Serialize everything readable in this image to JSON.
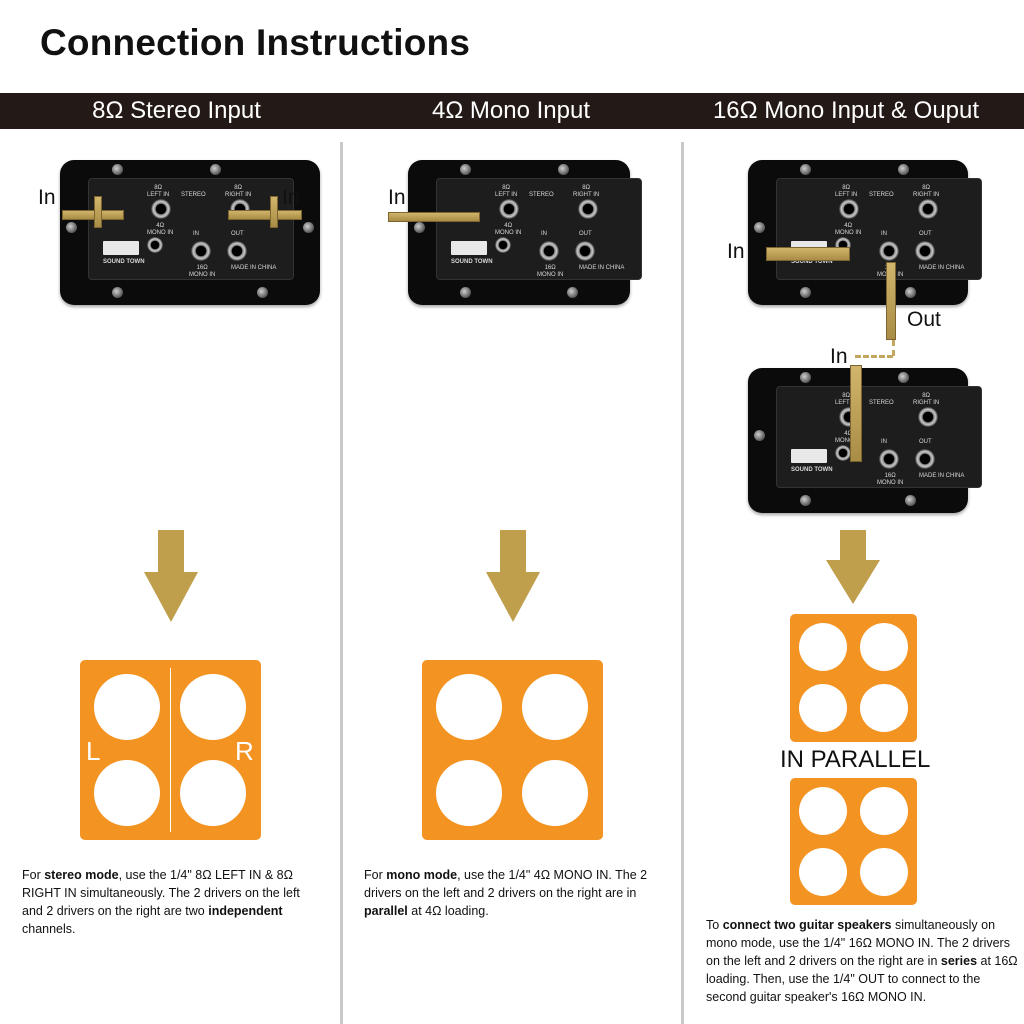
{
  "title": "Connection Instructions",
  "columns": [
    {
      "heading": "8Ω Stereo Input"
    },
    {
      "heading": "4Ω Mono Input"
    },
    {
      "heading": "16Ω Mono Input & Ouput"
    }
  ],
  "panel_labels": {
    "left_in": "8Ω\nLEFT IN",
    "stereo": "STEREO",
    "right_in": "8Ω\nRIGHT IN",
    "mono_in_4": "4Ω\nMONO IN",
    "in": "IN",
    "out": "OUT",
    "mono_in_16": "16Ω\nMONO IN",
    "brand": "SOUND TOWN",
    "made_in": "MADE IN CHINA"
  },
  "cable_labels": {
    "in": "In",
    "out": "Out"
  },
  "cabinet_labels": {
    "left": "L",
    "right": "R",
    "parallel": "IN PARALLEL"
  },
  "colors": {
    "cabinet": "#f39322",
    "arrow": "#bf9e4c",
    "cable": "#c9ac62",
    "header_bar": "#231916"
  },
  "notes": {
    "stereo": [
      "For ",
      "stereo mode",
      ", use the 1/4\" 8Ω LEFT IN & 8Ω RIGHT IN simultaneously. The 2 drivers on the left and 2 drivers on the right are two ",
      "independent",
      " channels."
    ],
    "mono": [
      "For ",
      "mono mode",
      ", use the 1/4\" 4Ω MONO IN. The 2 drivers on the left and 2 drivers on the right are in ",
      "parallel",
      " at 4Ω loading."
    ],
    "series": [
      "To ",
      "connect two guitar speakers",
      " simultaneously on mono mode, use the 1/4\" 16Ω MONO IN. The 2 drivers on the left and 2 drivers on the right are in ",
      "series",
      " at 16Ω loading. Then, use the 1/4\" OUT to connect to the second guitar speaker's 16Ω MONO IN."
    ]
  }
}
